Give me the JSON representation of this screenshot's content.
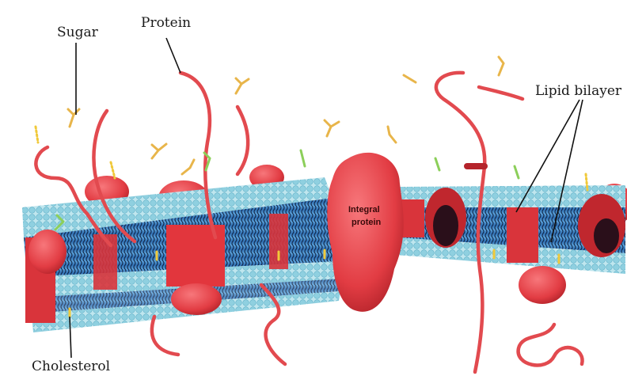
{
  "labels": {
    "sugar": "Sugar",
    "protein": "Protein",
    "lipid_bilayer": "Lipid bilayer",
    "integral_protein_line1": "Integral",
    "integral_protein_line2": "protein",
    "cholesterol": "Cholesterol"
  },
  "colors": {
    "lipid_head": "#9ad3e0",
    "lipid_tail_band": "#3f86c7",
    "protein": "#e8444a",
    "protein_dark": "#c02a30",
    "sugar": "#e8b54a",
    "sugar_green": "#8ccf5a",
    "cholesterol": "#f0c93a",
    "leader_line": "#111111"
  }
}
